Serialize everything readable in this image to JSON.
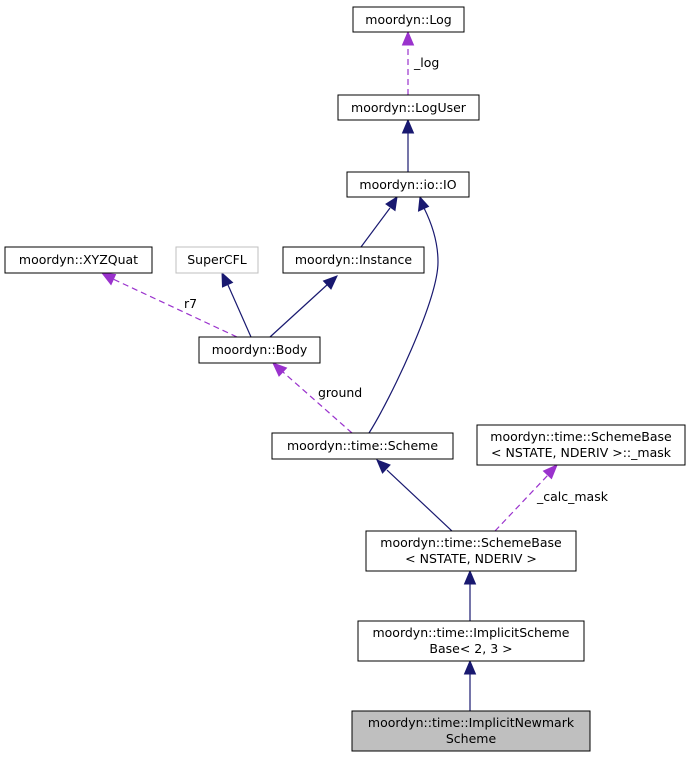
{
  "nodes": {
    "log": {
      "lines": [
        "moordyn::Log"
      ]
    },
    "loguser": {
      "lines": [
        "moordyn::LogUser"
      ]
    },
    "io": {
      "lines": [
        "moordyn::io::IO"
      ]
    },
    "xyzquat": {
      "lines": [
        "moordyn::XYZQuat"
      ]
    },
    "supercfl": {
      "lines": [
        "SuperCFL"
      ]
    },
    "instance": {
      "lines": [
        "moordyn::Instance"
      ]
    },
    "body": {
      "lines": [
        "moordyn::Body"
      ]
    },
    "scheme": {
      "lines": [
        "moordyn::time::Scheme"
      ]
    },
    "mask": {
      "lines": [
        "moordyn::time::SchemeBase",
        "< NSTATE, NDERIV >::_mask"
      ]
    },
    "schemebase": {
      "lines": [
        "moordyn::time::SchemeBase",
        "< NSTATE, NDERIV >"
      ]
    },
    "implicitbase": {
      "lines": [
        "moordyn::time::ImplicitScheme",
        "Base< 2, 3 >"
      ]
    },
    "newmark": {
      "lines": [
        "moordyn::time::ImplicitNewmark",
        "Scheme"
      ]
    }
  },
  "edge_labels": {
    "log": "_log",
    "r7": "r7",
    "ground": "ground",
    "calc_mask": "_calc_mask"
  }
}
